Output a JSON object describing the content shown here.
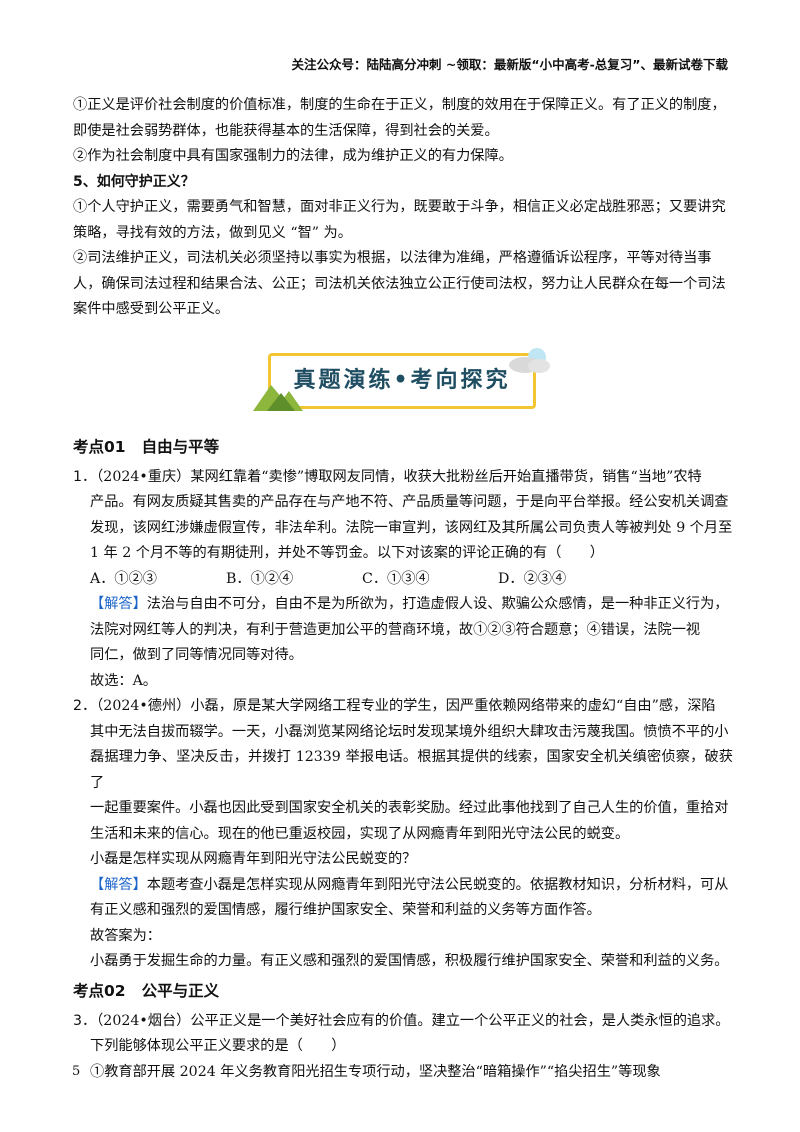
{
  "header": {
    "text": "关注公众号：陆陆高分冲刺 ~领取：最新版“小中高考-总复习”、最新试卷下载"
  },
  "intro": {
    "p1_line1": "①正义是评价社会制度的价值标准，制度的生命在于正义，制度的效用在于保障正义。有了正义的制度，",
    "p1_line2": "即使是社会弱势群体，也能获得基本的生活保障，得到社会的关爱。",
    "p2": "②作为社会制度中具有国家强制力的法律，成为维护正义的有力保障。",
    "heading5": "5、如何守护正义？",
    "p3_line1": "①个人守护正义，需要勇气和智慧，面对非正义行为，既要敢于斗争，相信正义必定战胜邪恶；又要讲究",
    "p3_line2": "策略，寻找有效的方法，做到见义 “智” 为。",
    "p4_line1": "②司法维护正义，司法机关必须坚持以事实为根据，以法律为准绳，严格遵循诉讼程序，平等对待当事",
    "p4_line2": "人，确保司法过程和结果合法、公正；司法机关依法独立公正行使司法权，努力让人民群众在每一个司法",
    "p4_line3": "案件中感受到公平正义。"
  },
  "banner": {
    "title": "真题演练•考向探究"
  },
  "section1": {
    "code": "考点01",
    "title": "自由与平等"
  },
  "q1": {
    "num": "1．",
    "line1": "（2024•重庆）某网红靠着“卖惨”博取网友同情，收获大批粉丝后开始直播带货，销售“当地”农特",
    "line2": "产品。有网友质疑其售卖的产品存在与产地不符、产品质量等问题，于是向平台举报。经公安机关调查",
    "line3": "发现，该网红涉嫌虚假宣传，非法牟利。法院一审宣判，该网红及其所属公司负责人等被判处 9 个月至",
    "line4": "1 年 2 个月不等的有期徒刑，并处不等罚金。以下对该案的评论正确的有（　　）",
    "options": [
      "A．①②③",
      "B．①②④",
      "C．①③④",
      "D．②③④"
    ],
    "ans_tag": "【解答】",
    "ans_line1": "法治与自由不可分，自由不是为所欲为，打造虚假人设、欺骗公众感情，是一种非正义行为，",
    "ans_line2": "法院对网红等人的判决，有利于营造更加公平的营商环境，故①②③符合题意；④错误，法院一视",
    "ans_line3": "同仁，做到了同等情况同等对待。",
    "choice": "故选：A。"
  },
  "q2": {
    "num": "2．",
    "line1": "（2024•德州）小磊，原是某大学网络工程专业的学生，因严重依赖网络带来的虚幻“自由”感，深陷",
    "line2": "其中无法自拔而辍学。一天，小磊浏览某网络论坛时发现某境外组织大肆攻击污蔑我国。愤愤不平的小",
    "line3": "磊据理力争、坚决反击，并拨打 12339 举报电话。根据其提供的线索，国家安全机关缜密侦察，破获了",
    "line4": "一起重要案件。小磊也因此受到国家安全机关的表彰奖励。经过此事他找到了自己人生的价值，重拾对",
    "line5": "生活和未来的信心。现在的他已重返校园，实现了从网瘾青年到阳光守法公民的蜕变。",
    "question": "小磊是怎样实现从网瘾青年到阳光守法公民蜕变的？",
    "ans_tag": "【解答】",
    "ans_line1": "本题考查小磊是怎样实现从网瘾青年到阳光守法公民蜕变的。依据教材知识，分析材料，可从",
    "ans_line2": "有正义感和强烈的爱国情感，履行维护国家安全、荣誉和利益的义务等方面作答。",
    "ans_label": "故答案为：",
    "answer": "小磊勇于发掘生命的力量。有正义感和强烈的爱国情感，积极履行维护国家安全、荣誉和利益的义务。"
  },
  "section2": {
    "code": "考点02",
    "title": "公平与正义"
  },
  "q3": {
    "num": "3．",
    "line1": "（2024•烟台）公平正义是一个美好社会应有的价值。建立一个公平正义的社会，是人类永恒的追求。",
    "line2": "下列能够体现公平正义要求的是（　　）",
    "item1": "①教育部开展 2024 年义务教育阳光招生专项行动，坚决整治“暗箱操作”“掐尖招生”等现象"
  },
  "footer": {
    "page": "5"
  },
  "colors": {
    "answer_tag": "#1a63c9",
    "banner_border": "#f2c533",
    "banner_text": "#1f4e63"
  }
}
